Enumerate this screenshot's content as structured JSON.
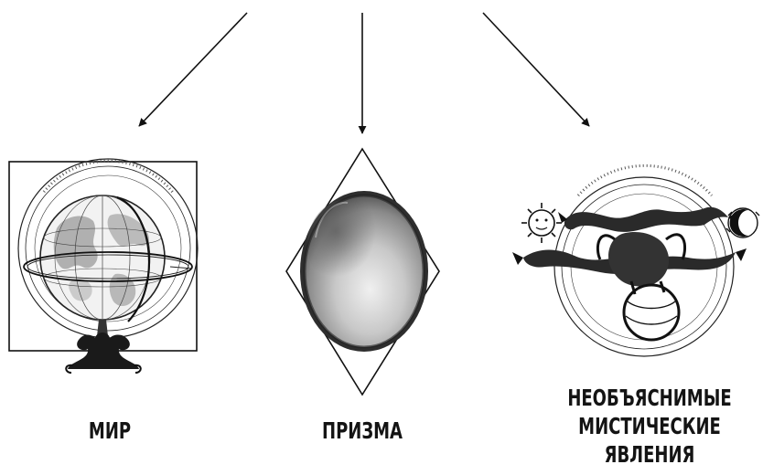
{
  "nodes": {
    "world": {
      "label": "МИР",
      "icon": "globe-engraving-icon"
    },
    "prism": {
      "label": "ПРИЗМА",
      "icon": "oval-mirror-in-rhombus-icon"
    },
    "phenomena": {
      "label_lines": [
        "НЕОБЪЯСНИМЫЕ",
        "МИСТИЧЕСКИЕ",
        "ЯВЛЕНИЯ"
      ],
      "icon": "alchemical-dragons-sun-moon-icon"
    }
  },
  "colors": {
    "ink": "#141414",
    "line": "#111111",
    "background": "#ffffff",
    "mirror_dark": "#3a3a3a",
    "mirror_light": "#d4d4d4"
  }
}
